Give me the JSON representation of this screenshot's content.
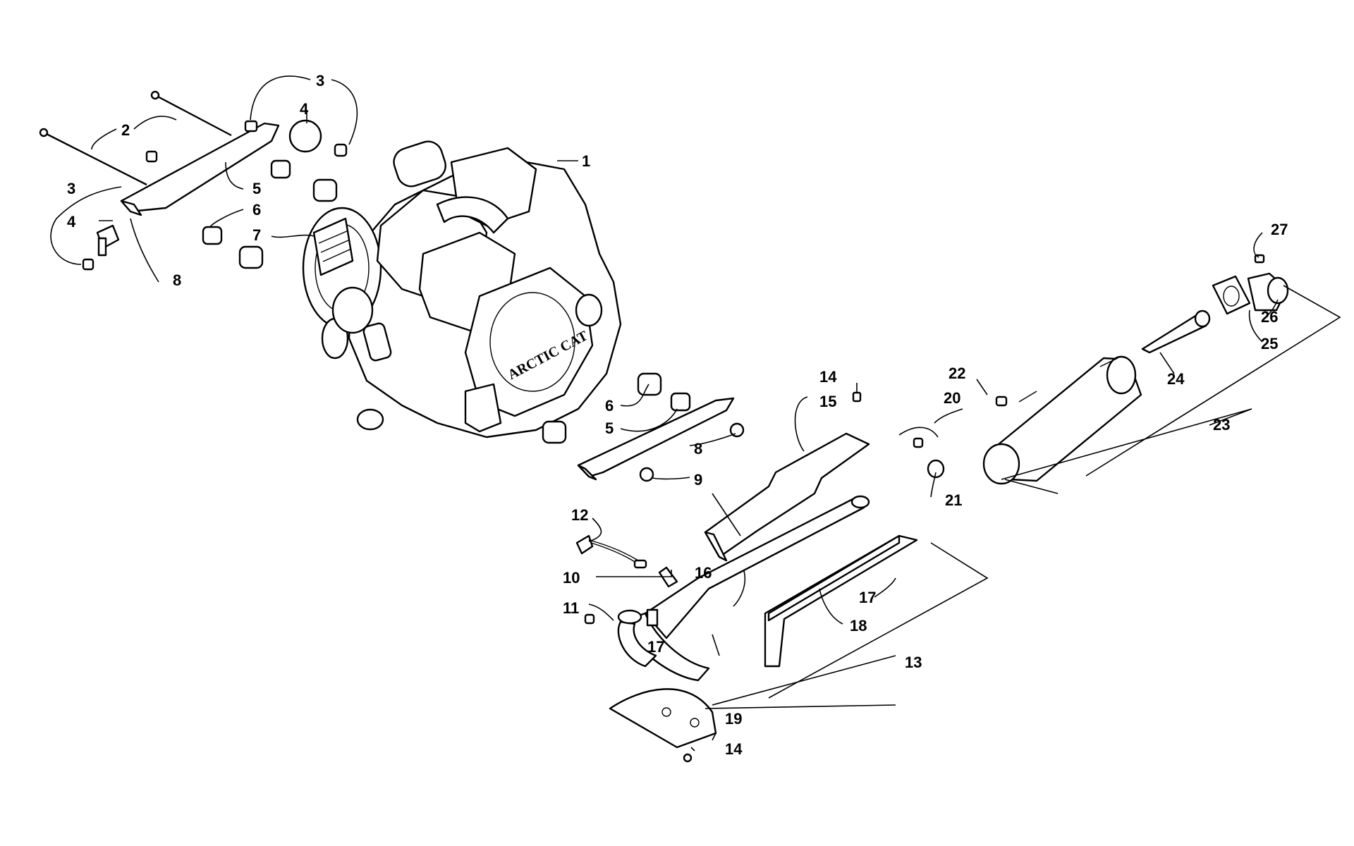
{
  "diagram": {
    "engine_logo": "ARCTIC CAT",
    "callouts": [
      {
        "id": "c1",
        "text": "1"
      },
      {
        "id": "c2",
        "text": "2"
      },
      {
        "id": "c3a",
        "text": "3"
      },
      {
        "id": "c3b",
        "text": "3"
      },
      {
        "id": "c4a",
        "text": "4"
      },
      {
        "id": "c4b",
        "text": "4"
      },
      {
        "id": "c5a",
        "text": "5"
      },
      {
        "id": "c5b",
        "text": "5"
      },
      {
        "id": "c6a",
        "text": "6"
      },
      {
        "id": "c6b",
        "text": "6"
      },
      {
        "id": "c7",
        "text": "7"
      },
      {
        "id": "c8a",
        "text": "8"
      },
      {
        "id": "c8b",
        "text": "8"
      },
      {
        "id": "c9",
        "text": "9"
      },
      {
        "id": "c10",
        "text": "10"
      },
      {
        "id": "c11",
        "text": "11"
      },
      {
        "id": "c12",
        "text": "12"
      },
      {
        "id": "c13",
        "text": "13"
      },
      {
        "id": "c14a",
        "text": "14"
      },
      {
        "id": "c14b",
        "text": "14"
      },
      {
        "id": "c15",
        "text": "15"
      },
      {
        "id": "c16",
        "text": "16"
      },
      {
        "id": "c17a",
        "text": "17"
      },
      {
        "id": "c17b",
        "text": "17"
      },
      {
        "id": "c18",
        "text": "18"
      },
      {
        "id": "c19",
        "text": "19"
      },
      {
        "id": "c20",
        "text": "20"
      },
      {
        "id": "c21",
        "text": "21"
      },
      {
        "id": "c22",
        "text": "22"
      },
      {
        "id": "c23",
        "text": "23"
      },
      {
        "id": "c24",
        "text": "24"
      },
      {
        "id": "c25",
        "text": "25"
      },
      {
        "id": "c26",
        "text": "26"
      },
      {
        "id": "c27",
        "text": "27"
      }
    ]
  }
}
